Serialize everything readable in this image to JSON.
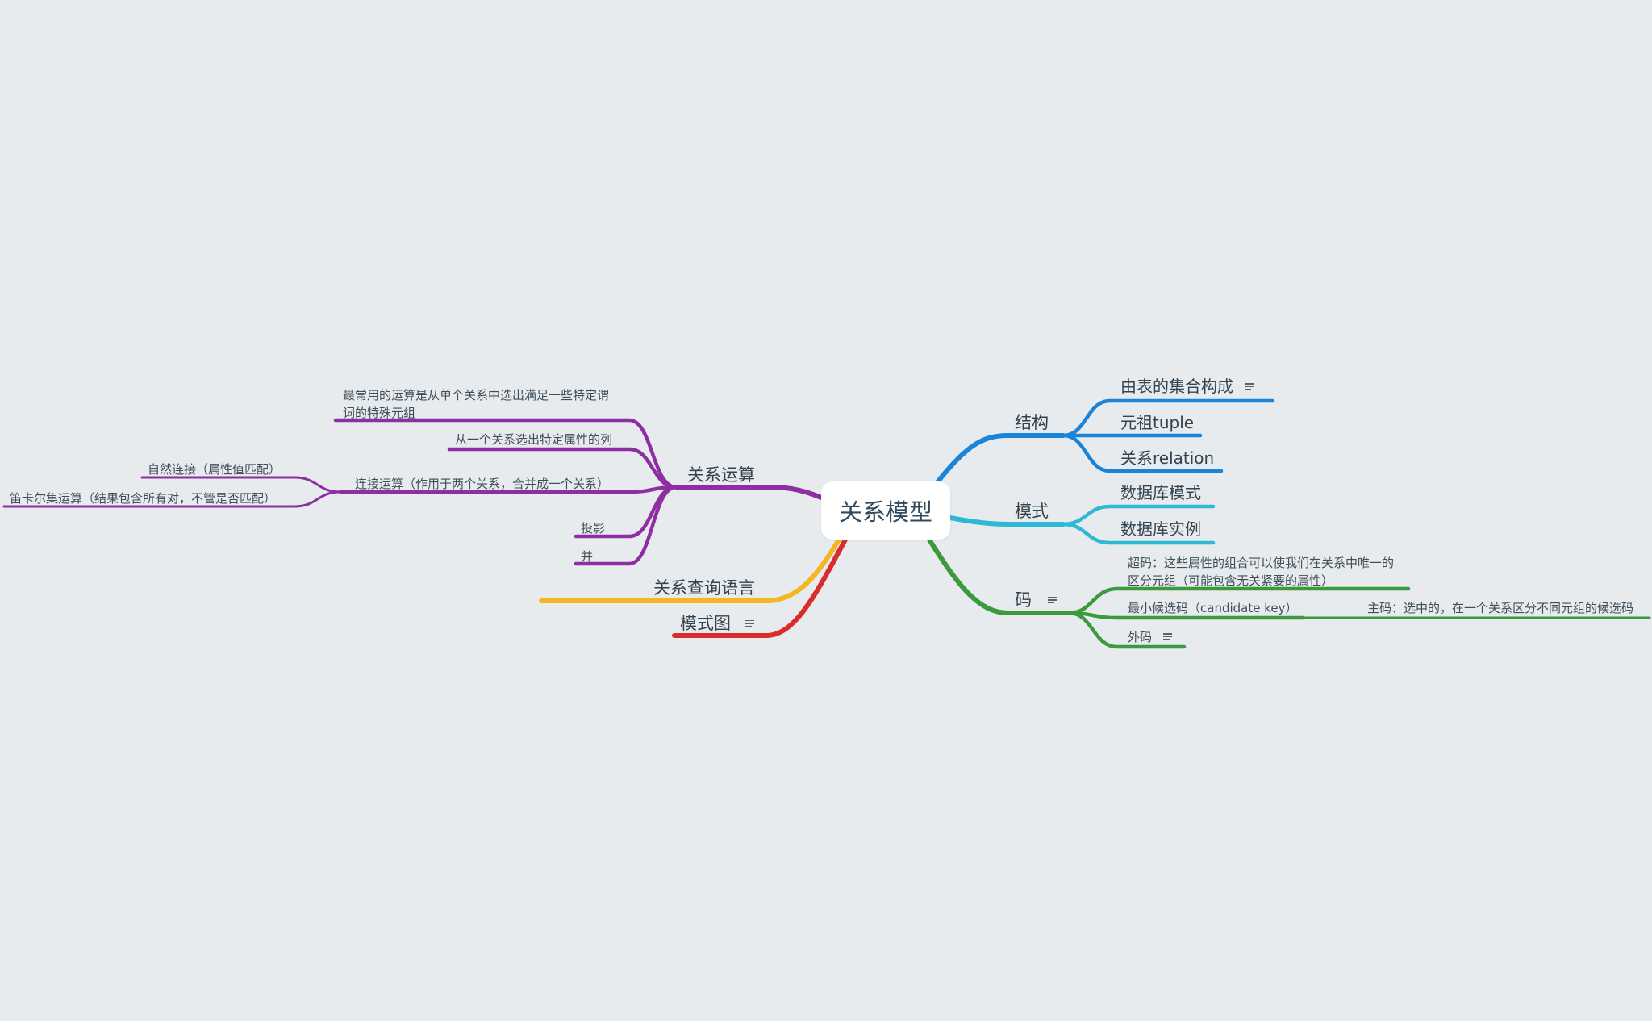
{
  "root": {
    "label": "关系模型"
  },
  "colors": {
    "structure": "#1a84d8",
    "schema": "#2eb8d4",
    "keys": "#3a9a3d",
    "algebra": "#8d2fa3",
    "query": "#f5b623",
    "diagram": "#dc2b2b"
  },
  "branches": {
    "structure": {
      "label": "结构",
      "children": [
        {
          "label": "由表的集合构成",
          "has_note": true
        },
        {
          "label": "元祖tuple"
        },
        {
          "label": "关系relation"
        }
      ]
    },
    "schema": {
      "label": "模式",
      "children": [
        {
          "label": "数据库模式"
        },
        {
          "label": "数据库实例"
        }
      ]
    },
    "keys": {
      "label": "码",
      "has_note": true,
      "children": [
        {
          "label_line1": "超码：这些属性的组合可以使我们在关系中唯一的",
          "label_line2": "区分元组（可能包含无关紧要的属性）"
        },
        {
          "label": "最小候选码（candidate key）",
          "child": {
            "label": "主码：选中的，在一个关系区分不同元组的候选码"
          }
        },
        {
          "label": "外码",
          "has_note": true
        }
      ]
    },
    "algebra": {
      "label": "关系运算",
      "children": [
        {
          "label_line1": "最常用的运算是从单个关系中选出满足一些特定谓",
          "label_line2": "词的特殊元组"
        },
        {
          "label": "从一个关系选出特定属性的列"
        },
        {
          "label": "连接运算（作用于两个关系，合并成一个关系）",
          "children": [
            {
              "label": "自然连接（属性值匹配）"
            },
            {
              "label": "笛卡尔集运算（结果包含所有对，不管是否匹配）"
            }
          ]
        },
        {
          "label": "投影"
        },
        {
          "label": "并"
        }
      ]
    },
    "query": {
      "label": "关系查询语言"
    },
    "diagram": {
      "label": "模式图",
      "has_note": true
    }
  }
}
